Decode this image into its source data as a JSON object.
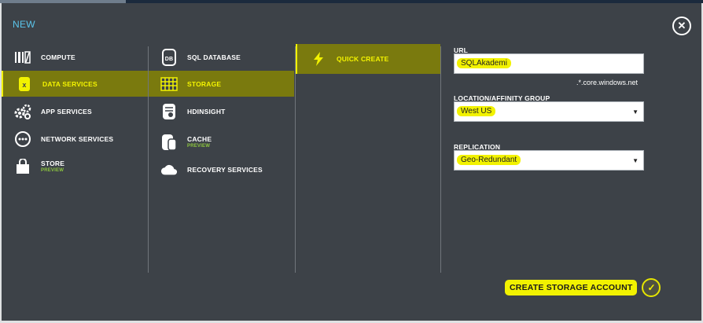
{
  "dialog": {
    "title": "NEW"
  },
  "categories": [
    {
      "label": "COMPUTE",
      "icon": "compute-icon"
    },
    {
      "label": "DATA SERVICES",
      "icon": "data-services-icon",
      "selected": true
    },
    {
      "label": "APP SERVICES",
      "icon": "app-services-icon"
    },
    {
      "label": "NETWORK SERVICES",
      "icon": "network-services-icon"
    },
    {
      "label": "STORE",
      "sub": "PREVIEW",
      "icon": "store-icon"
    }
  ],
  "data_services": [
    {
      "label": "SQL DATABASE",
      "icon": "sql-database-icon"
    },
    {
      "label": "STORAGE",
      "icon": "storage-icon",
      "selected": true
    },
    {
      "label": "HDINSIGHT",
      "icon": "hdinsight-icon"
    },
    {
      "label": "CACHE",
      "sub": "PREVIEW",
      "icon": "cache-icon"
    },
    {
      "label": "RECOVERY SERVICES",
      "icon": "recovery-services-icon"
    }
  ],
  "storage_options": [
    {
      "label": "QUICK CREATE",
      "icon": "lightning-icon",
      "selected": true
    }
  ],
  "form": {
    "url_label": "URL",
    "url_value": "SQLAkademi",
    "url_suffix": ".*.core.windows.net",
    "location_label": "LOCATION/AFFINITY GROUP",
    "location_value": "West US",
    "replication_label": "REPLICATION",
    "replication_value": "Geo-Redundant"
  },
  "actions": {
    "create_label": "CREATE STORAGE ACCOUNT"
  },
  "colors": {
    "accent": "#5bc6ec",
    "highlight": "#f2f200",
    "panel": "#3d4248",
    "preview": "#8dc63f"
  }
}
